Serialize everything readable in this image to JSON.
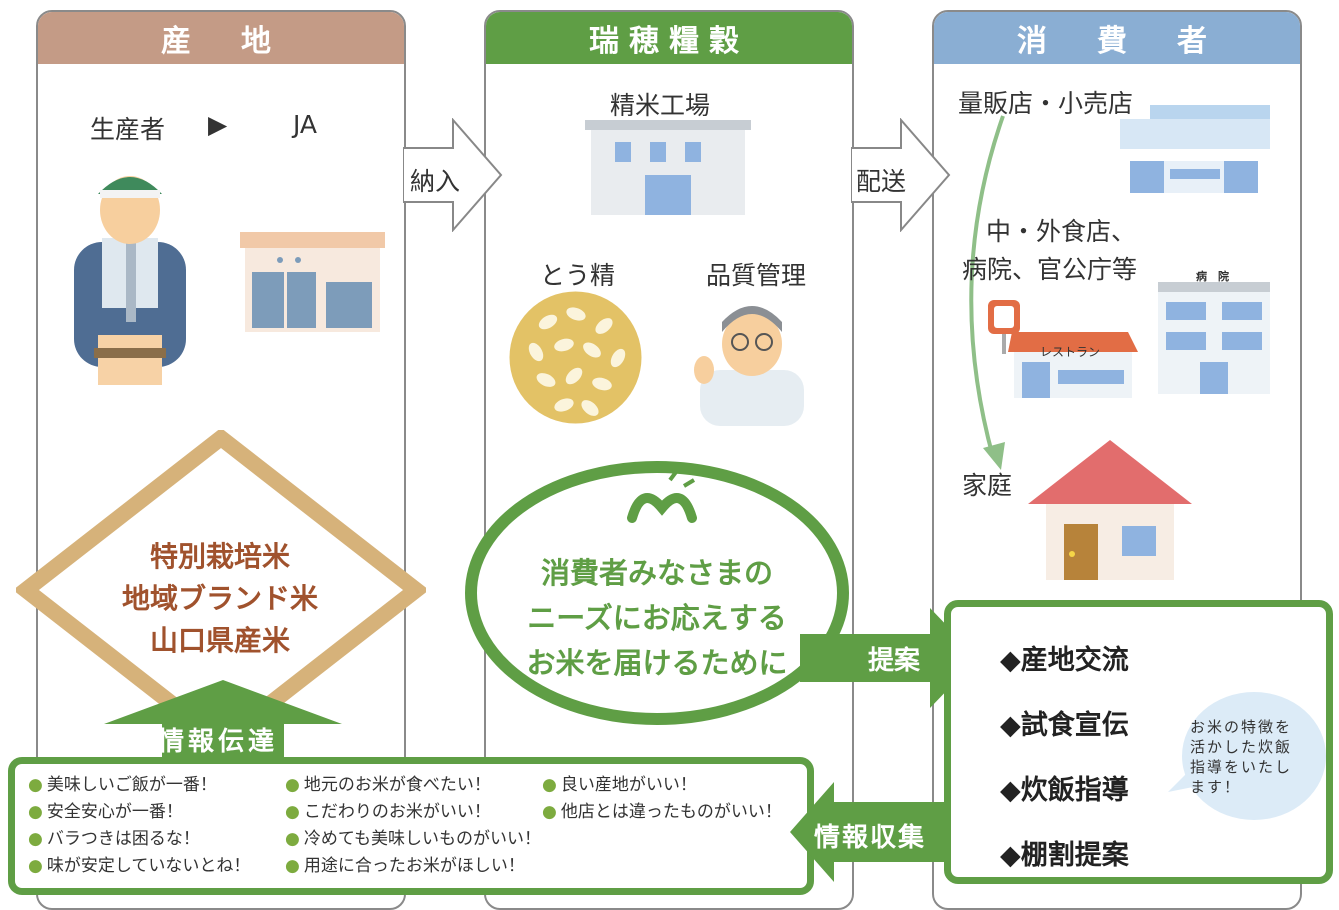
{
  "columns": {
    "origin": {
      "title": "産　地",
      "color": "#c49b86"
    },
    "mill": {
      "title": "瑞穂糧穀",
      "color": "#5f9e45"
    },
    "consumer": {
      "title": "消　費　者",
      "color": "#8aaed3"
    }
  },
  "origin": {
    "producer": "生産者",
    "arrow": "▶",
    "ja": "JA",
    "rice_types": [
      "特別栽培米",
      "地域ブランド米",
      "山口県産米"
    ]
  },
  "flow": {
    "delivery": "納入",
    "shipping": "配送"
  },
  "mill": {
    "factory": "精米工場",
    "polishing": "とう精",
    "quality": "品質管理",
    "mission": [
      "消費者みなさまの",
      "ニーズにお応えする",
      "お米を届けるために"
    ]
  },
  "consumer": {
    "retail": "量販店・小売店",
    "food": [
      "中・外食店、",
      "病院、官公庁等"
    ],
    "restaurant_sign": "レストラン",
    "hospital_sign": "病　院",
    "home": "家庭"
  },
  "info": {
    "transfer": "情報伝達",
    "collection": "情報収集",
    "proposal": "提案",
    "voices": [
      [
        "美味しいご飯が一番！",
        "地元のお米が食べたい！",
        "良い産地がいい！"
      ],
      [
        "安全安心が一番！",
        "こだわりのお米がいい！",
        "他店とは違ったものがいい！"
      ],
      [
        "バラつきは困るな！",
        "冷めても美味しいものがいい！"
      ],
      [
        "味が安定していないとね！",
        "用途に合ったお米がほしい！"
      ]
    ]
  },
  "proposals": [
    "◆産地交流",
    "◆試食宣伝",
    "◆炊飯指導",
    "◆棚割提案"
  ],
  "bubble": [
    "お米の特徴を",
    "活かした炊飯",
    "指導をいたし",
    "ます！"
  ]
}
